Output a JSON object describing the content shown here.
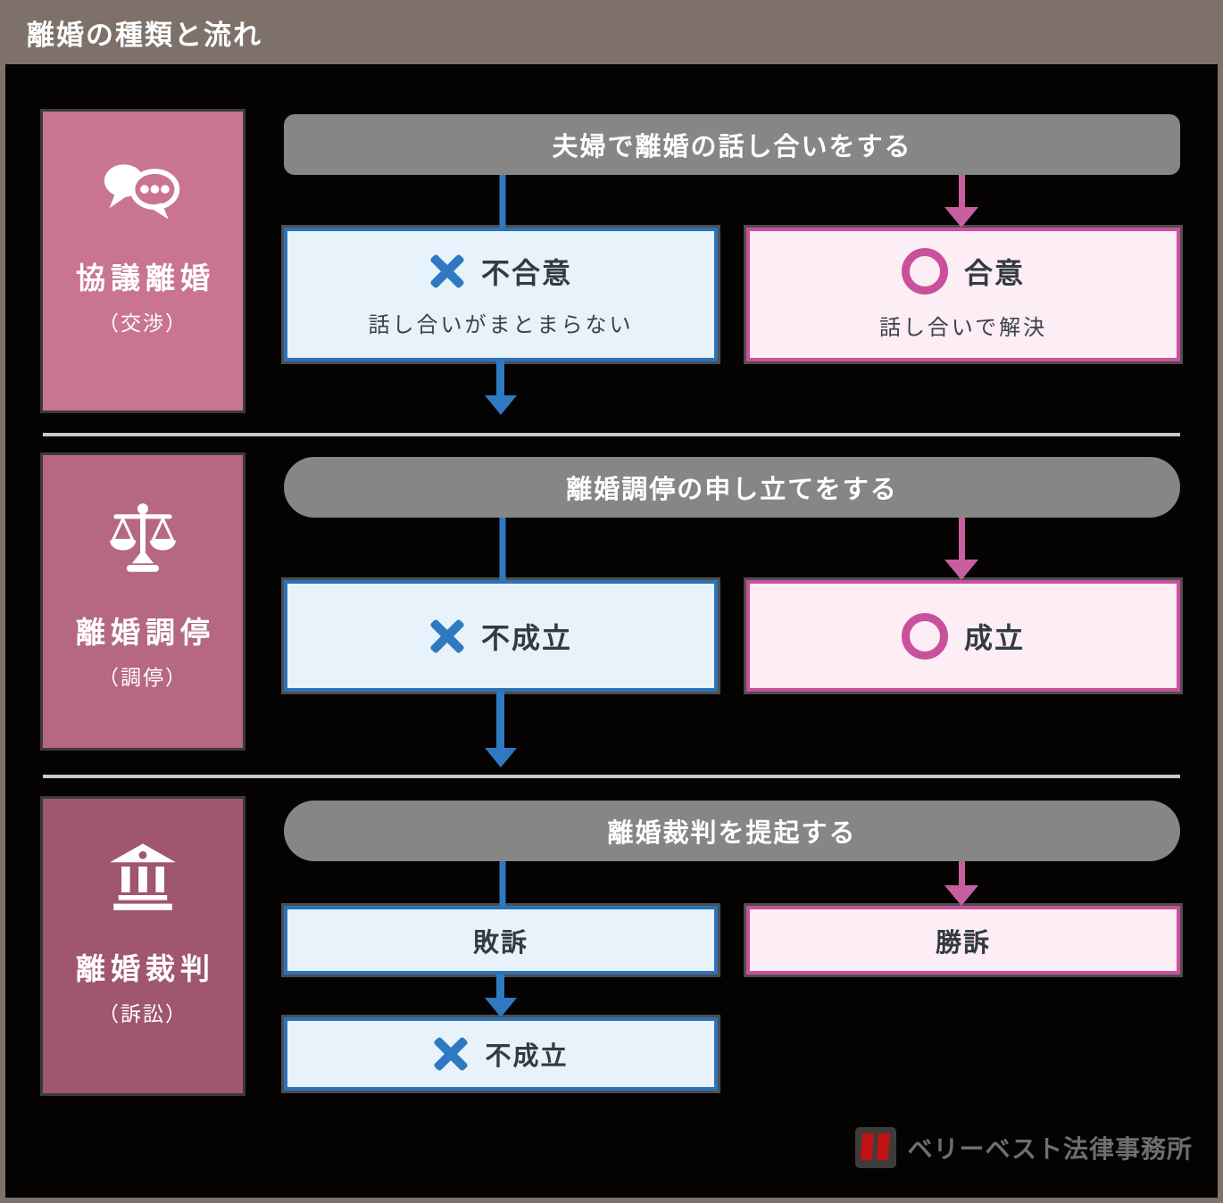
{
  "title": "離婚の種類と流れ",
  "colors": {
    "frame_taupe": "#7d716a",
    "background": "#050202",
    "step_bar_gray": "#868686",
    "divider_gray": "#c8c8c8",
    "blue_accent": "#2e79c2",
    "blue_box_fill": "#e7f2fa",
    "blue_box_border": "#2b72ba",
    "pink_accent": "#c75f9f",
    "pink_box_fill": "#fdedf4",
    "pink_box_border": "#c9519b",
    "label_pink_1": "#c97490",
    "label_pink_2": "#b5687f",
    "label_pink_3": "#a0566e",
    "logo_red": "#c01313"
  },
  "sections": [
    {
      "label": "協議離婚",
      "label_sub": "（交渉）",
      "icon": "speech-bubbles-icon",
      "step": "夫婦で離婚の話し合いをする",
      "fail": {
        "icon": "x-cross-icon",
        "title": "不合意",
        "subtitle": "話し合いがまとまらない"
      },
      "success": {
        "icon": "circle-icon",
        "title": "合意",
        "subtitle": "話し合いで解決"
      }
    },
    {
      "label": "離婚調停",
      "label_sub": "（調停）",
      "icon": "scales-icon",
      "step": "離婚調停の申し立てをする",
      "fail": {
        "icon": "x-cross-icon",
        "title": "不成立"
      },
      "success": {
        "icon": "circle-icon",
        "title": "成立"
      }
    },
    {
      "label": "離婚裁判",
      "label_sub": "（訴訟）",
      "icon": "courthouse-icon",
      "step": "離婚裁判を提起する",
      "fail": {
        "title": "敗訴"
      },
      "success": {
        "title": "勝訴"
      },
      "final_fail": {
        "icon": "x-cross-icon",
        "title": "不成立"
      }
    }
  ],
  "footer": {
    "logo_icon": "verybest-logo-mark",
    "logo_text": "ベリーベスト法律事務所"
  }
}
